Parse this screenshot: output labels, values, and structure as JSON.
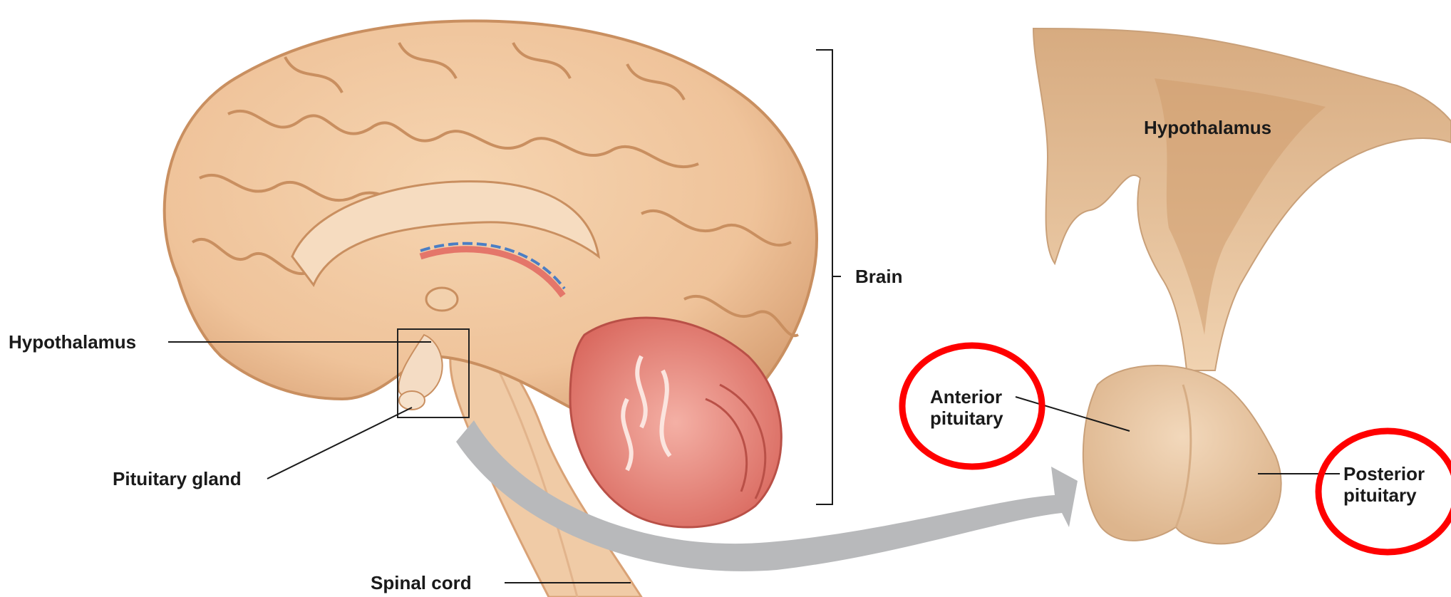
{
  "labels": {
    "brain": "Brain",
    "hypothalamus_left": "Hypothalamus",
    "pituitary_gland": "Pituitary gland",
    "spinal_cord": "Spinal cord",
    "hypothalamus_right": "Hypothalamus",
    "anterior_line1": "Anterior",
    "anterior_line2": "pituitary",
    "posterior_line1": "Posterior",
    "posterior_line2": "pituitary"
  },
  "colors": {
    "brain_tissue": "#efc39a",
    "brain_shadow": "#d9a276",
    "cerebellum": "#e88f84",
    "arrow": "#b8b9bb",
    "highlight_circle": "#ff0000",
    "label_text": "#1a1a1a"
  }
}
